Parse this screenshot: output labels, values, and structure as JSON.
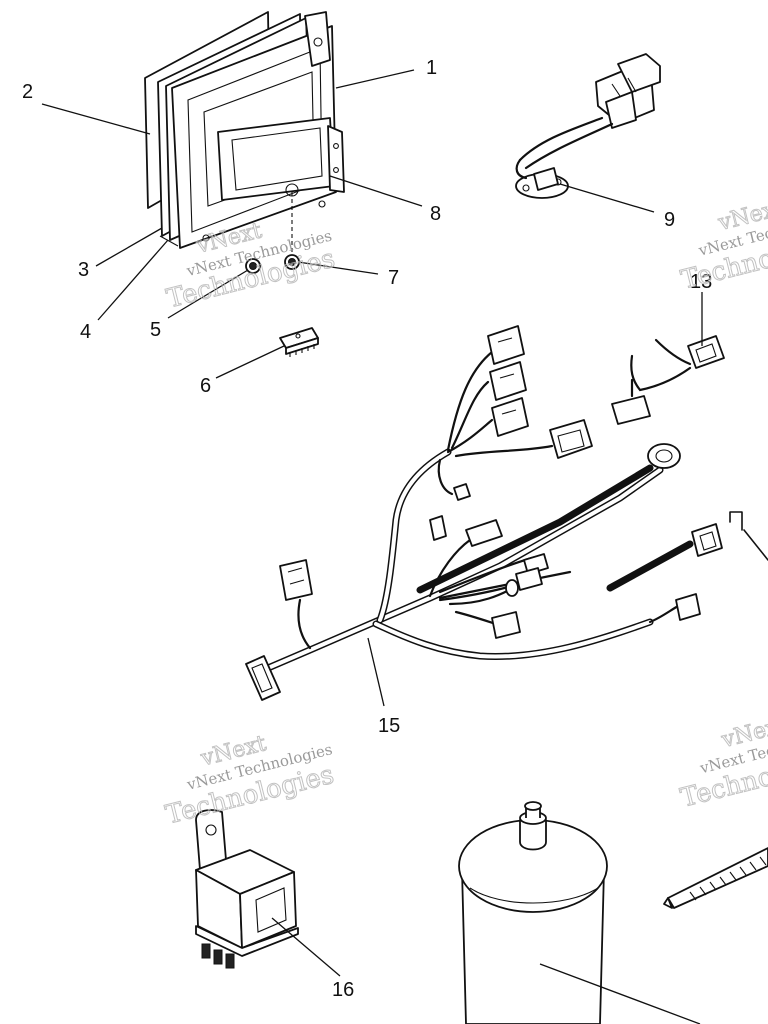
{
  "diagram": {
    "callouts": {
      "c1": "1",
      "c2": "2",
      "c3": "3",
      "c4": "4",
      "c5": "5",
      "c6": "6",
      "c7": "7",
      "c8": "8",
      "c9": "9",
      "c13": "13",
      "c15": "15",
      "c16": "16"
    },
    "watermark": {
      "line1": "vNext",
      "line2": "vNext Technologies",
      "line3": "Technologies"
    }
  }
}
